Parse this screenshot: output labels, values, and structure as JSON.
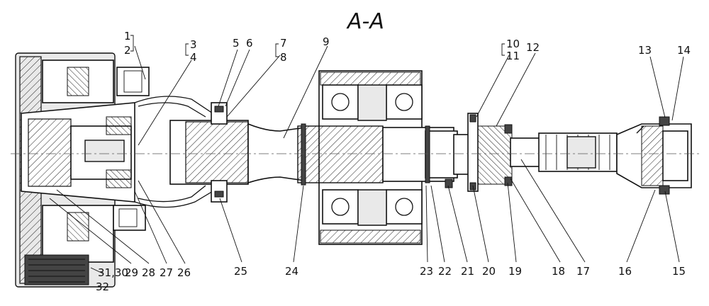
{
  "title": "A-A",
  "callouts": {
    "c1": "1",
    "c2": "2",
    "c3": "3",
    "c4": "4",
    "c5": "5",
    "c6": "6",
    "c7": "7",
    "c8": "8",
    "c9": "9",
    "c10": "10",
    "c11": "11",
    "c12": "12",
    "c13": "13",
    "c14": "14",
    "c15": "15",
    "c16": "16",
    "c17": "17",
    "c18": "18",
    "c19": "19",
    "c20": "20",
    "c21": "21",
    "c22": "22",
    "c23": "23",
    "c24": "24",
    "c25": "25",
    "c26": "26",
    "c27": "27",
    "c28": "28",
    "c29": "29",
    "c30_31": "31,30",
    "c32": "32"
  }
}
